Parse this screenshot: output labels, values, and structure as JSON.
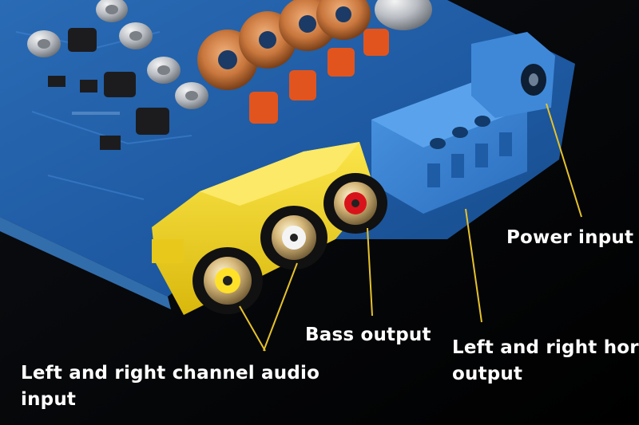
{
  "labels": {
    "power": "Power input",
    "bass": "Bass output",
    "horn_line1": "Left and right horn",
    "horn_line2": "output",
    "audio_line1": "Left and right channel audio",
    "audio_line2": "input"
  },
  "colors": {
    "background": "#000000",
    "pcb": "#1f5aa0",
    "pcb_edge": "#3a7fc8",
    "terminal_block": "#3d86d6",
    "rca_housing": "#f0d51a",
    "rca_yellow_insert": "#ffe12a",
    "rca_white_insert": "#f4f4f4",
    "rca_red_insert": "#d8141a",
    "inductor_copper": "#c9773d",
    "capacitor_orange": "#e2541e",
    "pointer_line": "#e6c22a",
    "label_text": "#ffffff"
  }
}
